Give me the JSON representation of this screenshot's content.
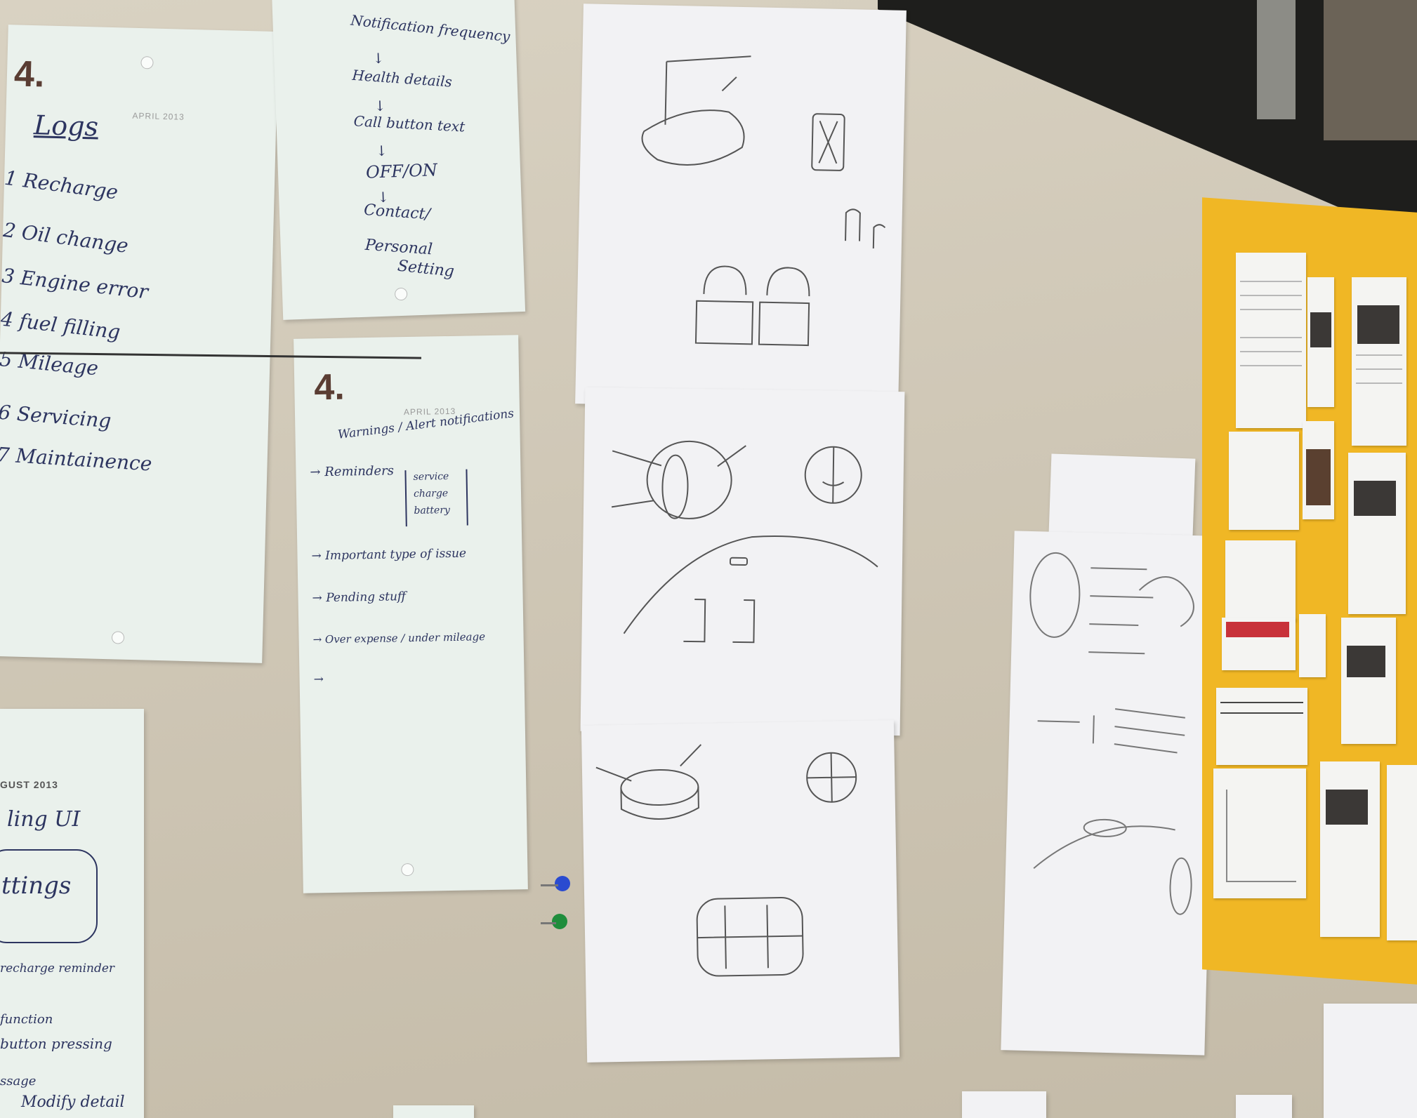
{
  "sheet_logs": {
    "number": "4.",
    "month": "APRIL 2013",
    "heading": "Logs",
    "items": [
      "1 Recharge",
      "2 Oil change",
      "3 Engine error",
      "4 fuel filling",
      "5 Mileage",
      "6 Servicing",
      "7 Maintainence"
    ]
  },
  "sheet_flow": {
    "lines": [
      "Notification frequency",
      "↓",
      "Health details",
      "↓",
      "Call button text",
      "↓",
      "OFF/ON",
      "↓",
      "Contact/",
      "Personal",
      "Setting"
    ]
  },
  "sheet_warnings": {
    "number": "4.",
    "month": "APRIL 2013",
    "heading": "Warnings / Alert notifications",
    "items": [
      "→ Reminders",
      "service",
      "charge",
      "battery",
      "→ Important type of issue",
      "→ Pending stuff",
      "→ Over expense / under mileage",
      "→"
    ]
  },
  "sheet_bottom": {
    "month": "GUST 2013",
    "heading": "ling UI",
    "box_text": "ttings",
    "items": [
      "recharge reminder",
      "function",
      "button pressing",
      "ssage",
      "Modify detail"
    ]
  },
  "colors": {
    "wall": "#d4ccbb",
    "yellow_board": "#f0b725",
    "ink": "#2d3560"
  }
}
